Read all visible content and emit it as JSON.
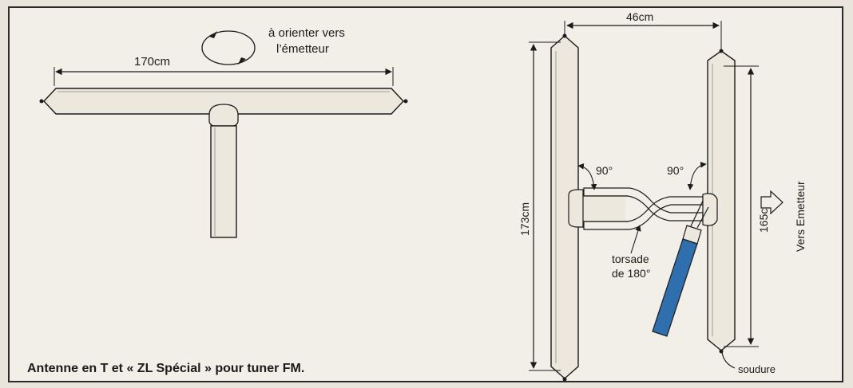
{
  "t_antenna": {
    "length_label": "170cm",
    "rotation_note_line1": "à orienter vers",
    "rotation_note_line2": "l’émetteur"
  },
  "zl_special": {
    "spacing_label": "46cm",
    "left_height_label": "173cm",
    "right_height_label": "165cm",
    "angle_left_label": "90°",
    "angle_right_label": "90°",
    "twist_label_line1": "torsade",
    "twist_label_line2": "de 180°",
    "solder_label": "soudure",
    "direction_label": "Vers Emetteur",
    "feedline_color": "#2f6fae"
  },
  "caption": "Antenne en T et « ZL Spécial » pour tuner FM."
}
